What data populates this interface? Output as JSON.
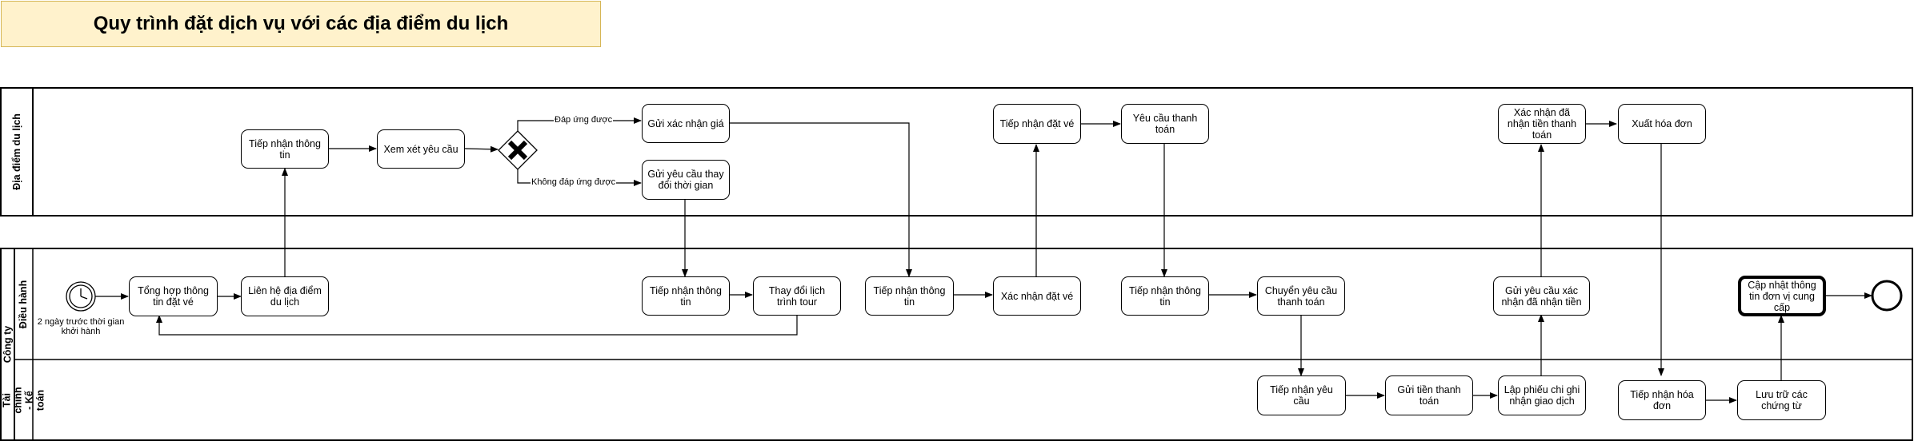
{
  "title": "Quy trình đặt dịch vụ với các địa điểm du lịch",
  "pools": [
    {
      "label": "Địa điểm du lịch"
    },
    {
      "label": "Công ty"
    }
  ],
  "lanes": [
    {
      "label": "Điều hành"
    },
    {
      "label": "Tài chính - Kế toán"
    }
  ],
  "tasks": {
    "t_tiep_nhan_thong_tin_top": "Tiếp nhận thông tin",
    "t_xem_xet": "Xem xét yêu cầu",
    "t_gui_xac_nhan_gia": "Gửi xác nhận giá",
    "t_gui_yeu_cau_thay_doi": "Gửi yêu cầu thay đổi thời gian",
    "t_tiep_nhan_dat_ve": "Tiếp nhận đặt vé",
    "t_yeu_cau_thanh_toan": "Yêu cầu thanh toán",
    "t_xac_nhan_da_nhan_tien": "Xác nhận đã nhận tiền thanh toán",
    "t_xuat_hoa_don": "Xuất hóa đơn",
    "t_tong_hop": "Tổng hợp thông tin đặt vé",
    "t_lien_he": "Liên hệ địa điểm du lịch",
    "t_tiep_nhan_thong_tin_2": "Tiếp nhận thông tin",
    "t_thay_doi_lich_trinh": "Thay đổi lịch trình tour",
    "t_tiep_nhan_thong_tin_3": "Tiếp nhận thông tin",
    "t_xac_nhan_dat_ve": "Xác nhận đặt vé",
    "t_tiep_nhan_thong_tin_4": "Tiếp nhận thông tin",
    "t_chuyen_yeu_cau": "Chuyển yêu cầu thanh toán",
    "t_gui_yeu_cau_xac_nhan": "Gửi yêu cầu xác nhận đã nhận tiền",
    "t_cap_nhat": "Cập nhật thông tin đơn vị cung cấp",
    "t_tiep_nhan_yeu_cau": "Tiếp nhận yêu cầu",
    "t_gui_tien": "Gửi tiền thanh toán",
    "t_lap_phieu": "Lập phiếu chi ghi nhận giao dịch",
    "t_tiep_nhan_hoa_don": "Tiếp nhận hóa đơn",
    "t_luu_tru": "Lưu trữ các chứng từ"
  },
  "start_event_caption": "2 ngày trước thời gian khởi hành",
  "gateway_labels": {
    "yes": "Đáp ứng được",
    "no": "Không đáp ứng được"
  },
  "colors": {
    "title_fill": "#fff2cc",
    "title_border": "#d6b656",
    "stroke": "#000000"
  }
}
